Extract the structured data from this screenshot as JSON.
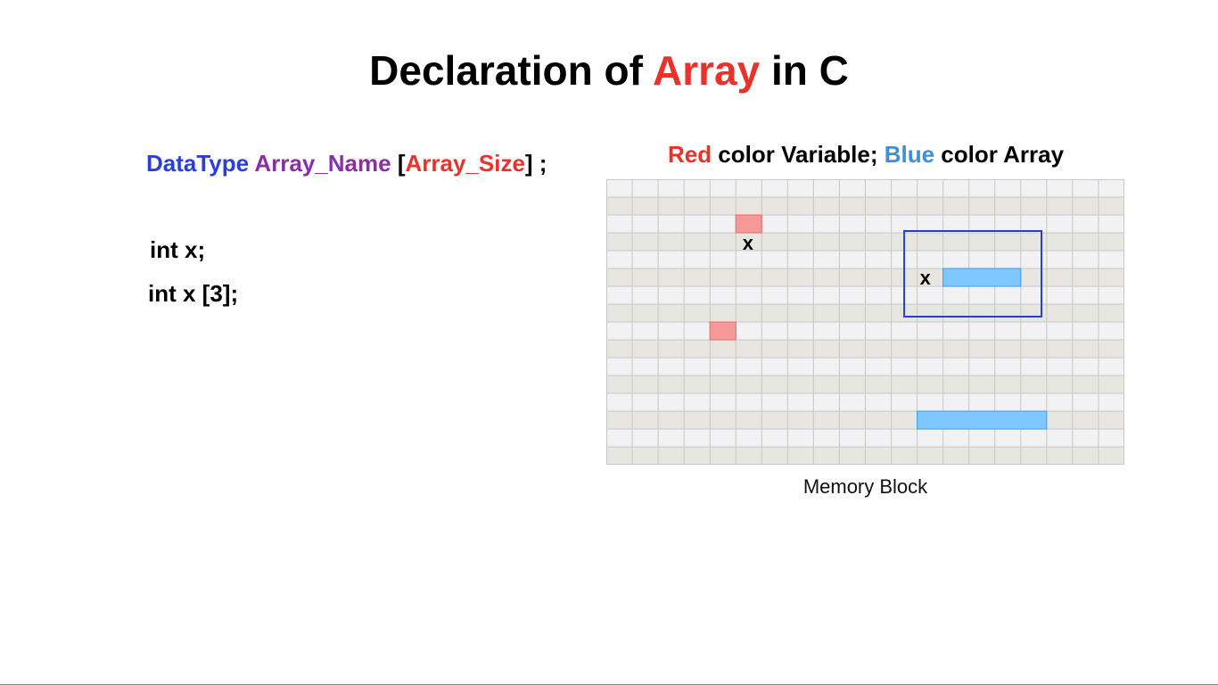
{
  "title": {
    "prefix": "Declaration of ",
    "highlight": "Array",
    "suffix": " in C"
  },
  "syntax": {
    "datatype": "DataType",
    "name": "Array_Name",
    "open": "[",
    "size": "Array_Size",
    "close": "] ;"
  },
  "code": {
    "line1": "int x;",
    "line2": "int x [3];"
  },
  "legend": {
    "red_word": "Red",
    "red_rest": " color Variable; ",
    "blue_word": "Blue",
    "blue_rest": " color Array"
  },
  "memory": {
    "caption": "Memory Block",
    "columns": 20,
    "rows": 16,
    "variable_label": "x",
    "array_label": "x",
    "red_cells": [
      {
        "row": 2,
        "col": 5
      },
      {
        "row": 8,
        "col": 4
      }
    ],
    "blue_blocks": [
      {
        "row": 5,
        "col": 13,
        "length": 3
      },
      {
        "row": 13,
        "col": 12,
        "length": 5
      }
    ],
    "array_box": {
      "row_start": 3,
      "row_end": 7,
      "col_start": 11.5,
      "col_end": 16.8
    }
  },
  "colors": {
    "title_accent": "#e8322b",
    "datatype": "#2a3ee0",
    "array_name": "#8a2fa8",
    "array_size": "#e8322b",
    "legend_red": "#e8322b",
    "legend_blue": "#3f8fd4",
    "grid_light": "#f2f2f4",
    "grid_dark": "#e8e6e0",
    "grid_line": "#c8c8c8",
    "red_fill": "#f59898",
    "red_stroke": "#e46a6a",
    "blue_fill": "#7ec8ff",
    "blue_stroke": "#3f9ae6",
    "box_stroke": "#2a3fc8"
  }
}
